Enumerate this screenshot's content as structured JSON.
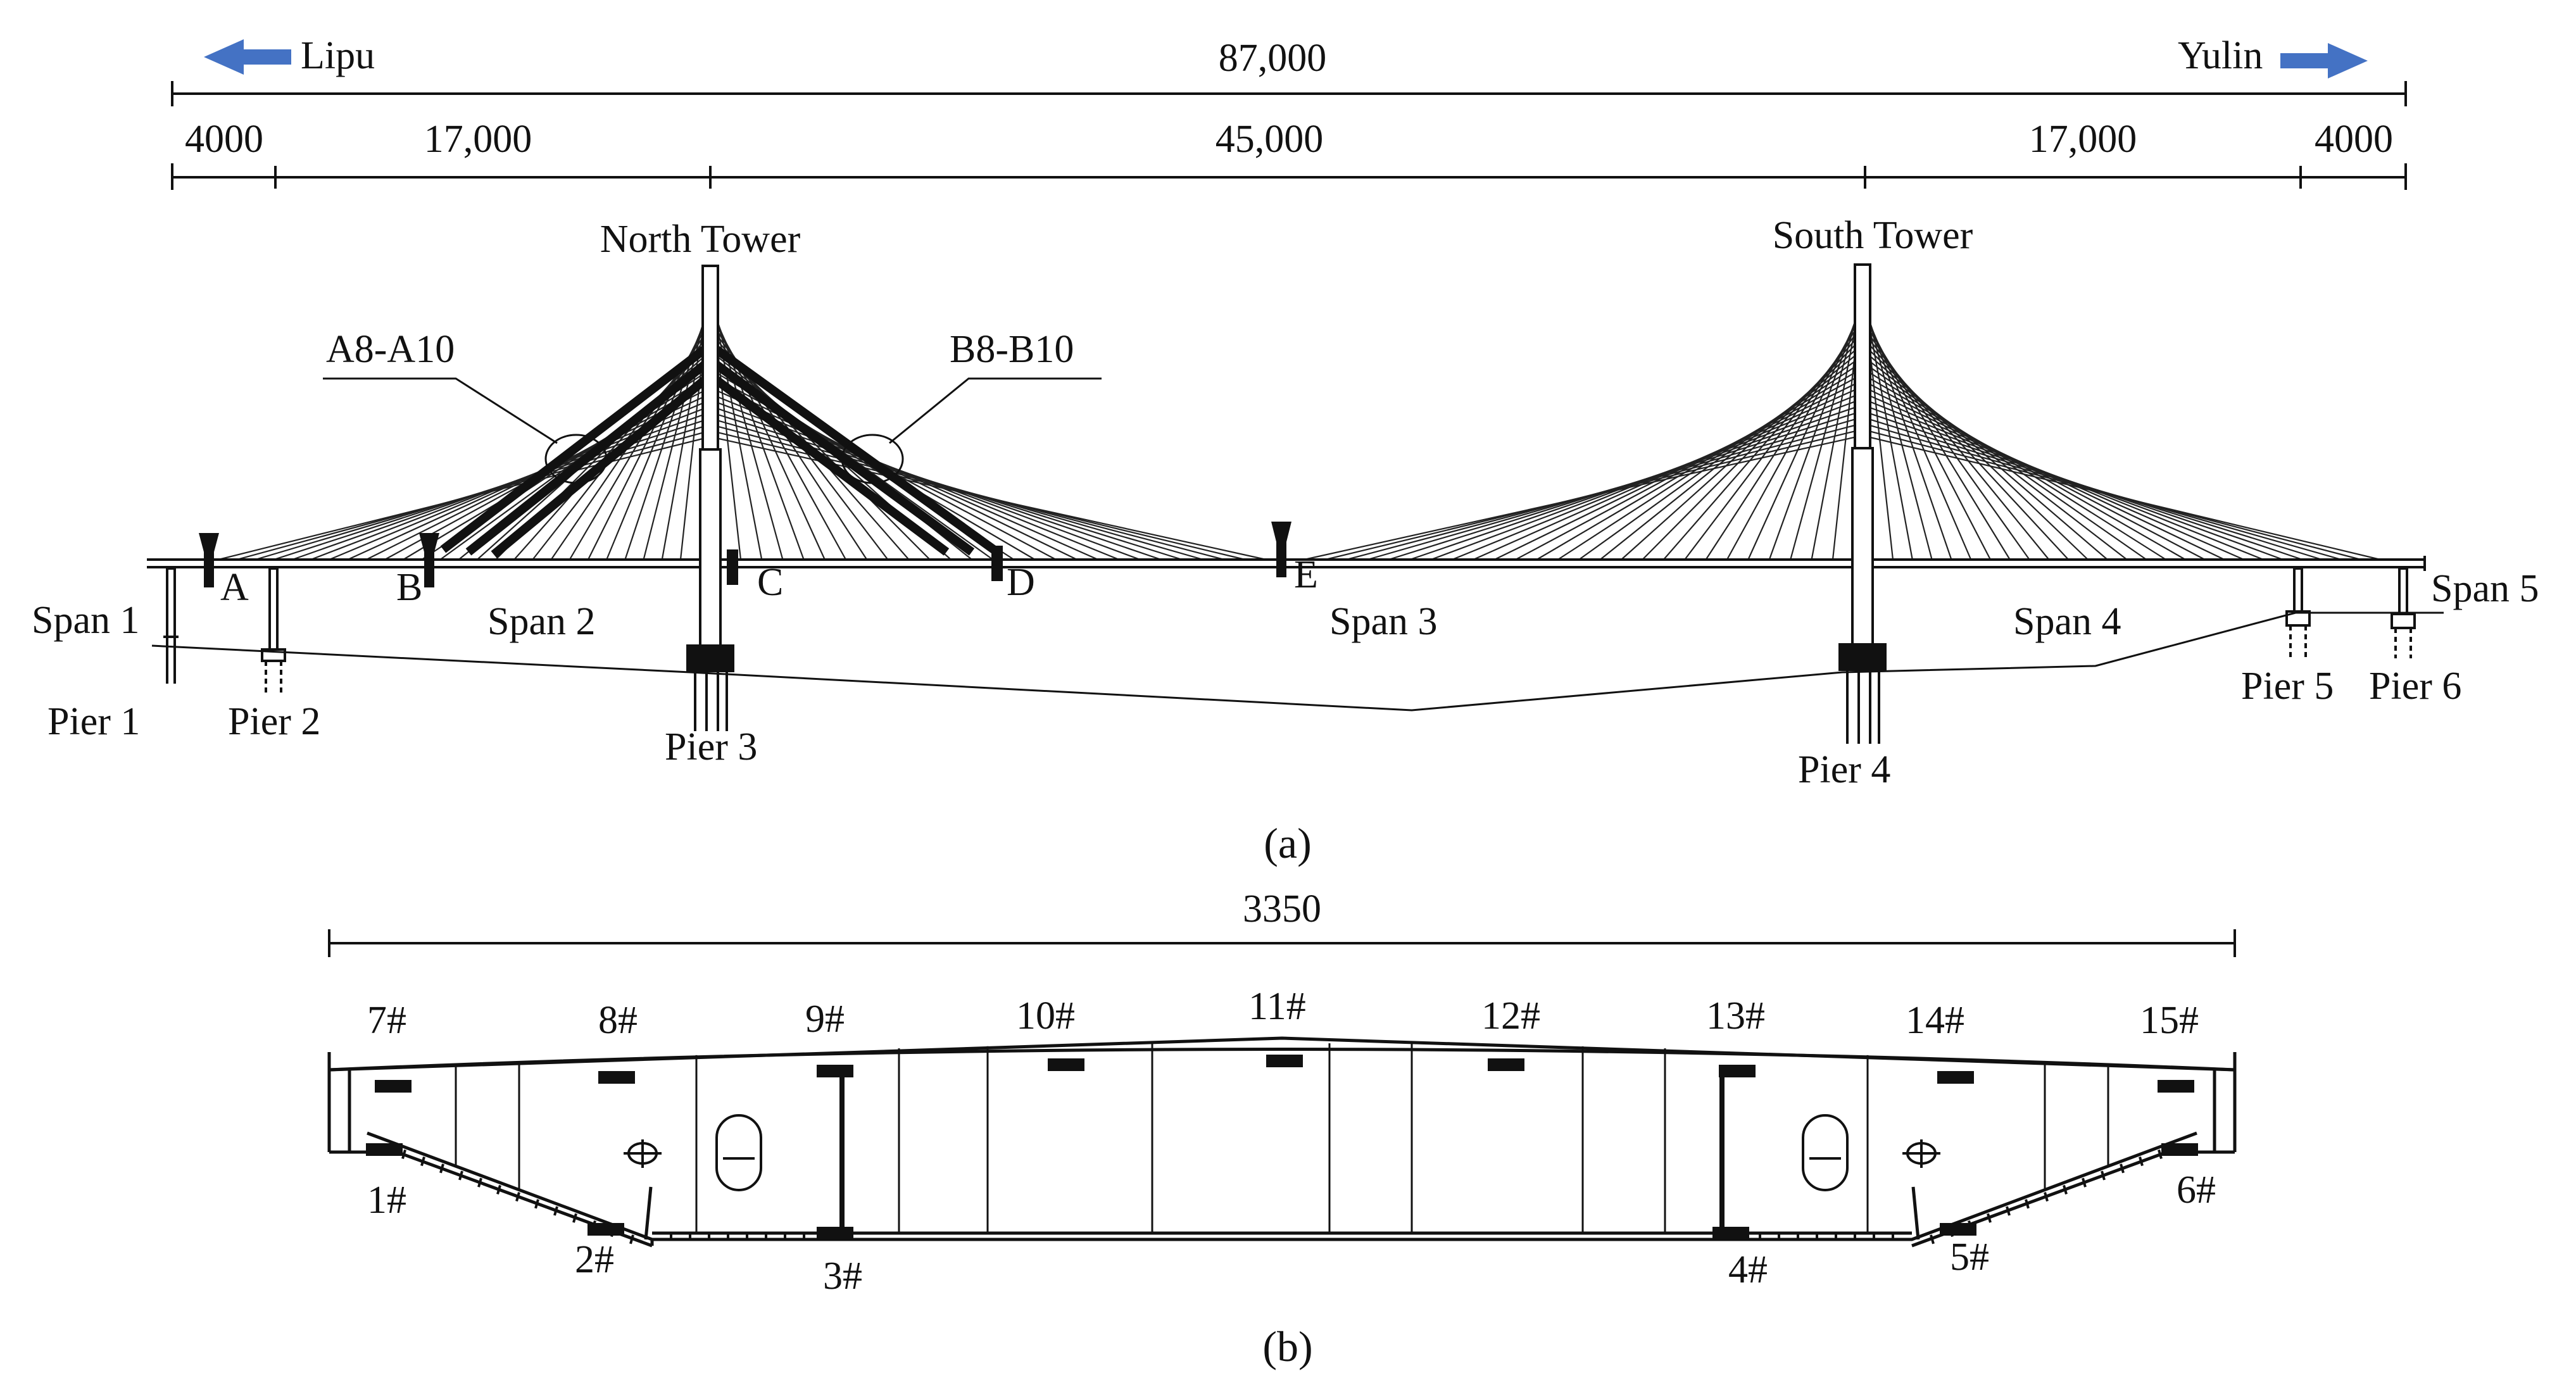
{
  "colors": {
    "ink": "#111111",
    "arrow_blue": "#4472c4",
    "background": "#ffffff"
  },
  "elevation": {
    "directions": {
      "left": "Lipu",
      "right": "Yulin"
    },
    "dimensions": {
      "total": "87,000",
      "end_left": "4000",
      "side_left": "17,000",
      "main": "45,000",
      "side_right": "17,000",
      "end_right": "4000"
    },
    "towers": {
      "north": "North Tower",
      "south": "South Tower"
    },
    "cable_groups": {
      "left": "A8-A10",
      "right": "B8-B10"
    },
    "points": {
      "a": "A",
      "b": "B",
      "c": "C",
      "d": "D",
      "e": "E"
    },
    "spans": {
      "s1": "Span 1",
      "s2": "Span 2",
      "s3": "Span 3",
      "s4": "Span 4",
      "s5": "Span 5"
    },
    "piers": {
      "p1": "Pier 1",
      "p2": "Pier 2",
      "p3": "Pier 3",
      "p4": "Pier 4",
      "p5": "Pier 5",
      "p6": "Pier 6"
    },
    "caption": "(a)"
  },
  "section": {
    "width": "3350",
    "top_sensors": [
      "7#",
      "8#",
      "9#",
      "10#",
      "11#",
      "12#",
      "13#",
      "14#",
      "15#"
    ],
    "bottom_sensors": [
      "1#",
      "2#",
      "3#",
      "4#",
      "5#",
      "6#"
    ],
    "caption": "(b)"
  }
}
